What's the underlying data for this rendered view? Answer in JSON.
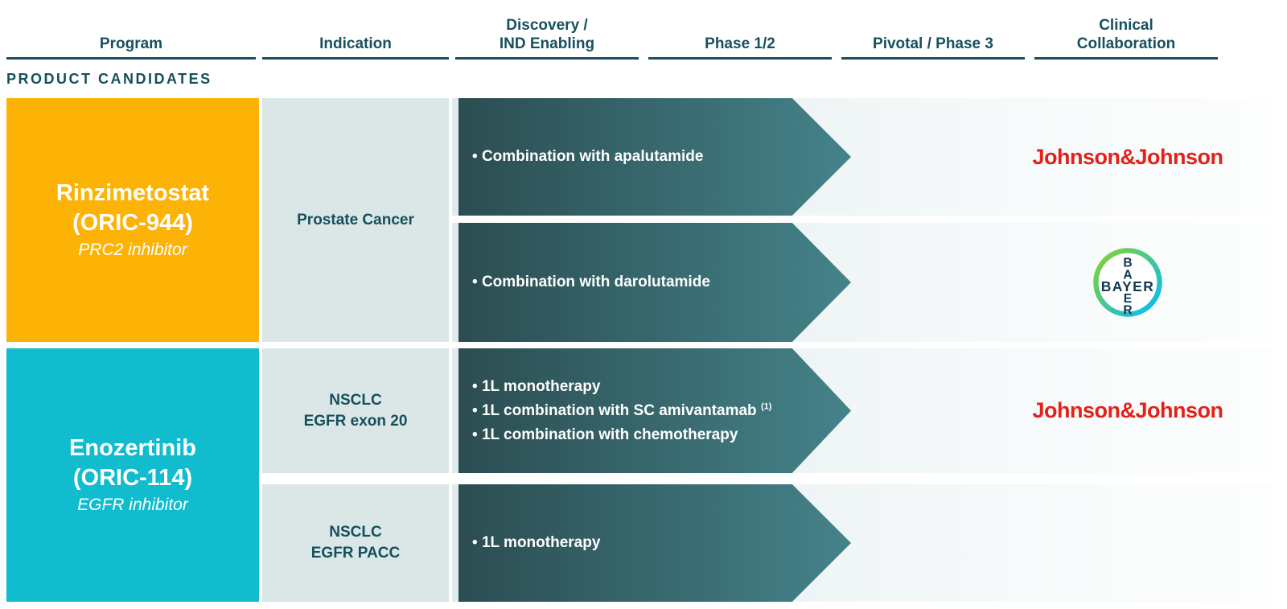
{
  "section_label": "PRODUCT CANDIDATES",
  "header": {
    "columns": [
      {
        "lines": [
          "Program"
        ]
      },
      {
        "lines": [
          "Indication"
        ]
      },
      {
        "lines": [
          "Discovery /",
          "IND Enabling"
        ]
      },
      {
        "lines": [
          "Phase 1/2"
        ]
      },
      {
        "lines": [
          "Pivotal / Phase 3"
        ]
      },
      {
        "lines": [
          "Clinical",
          "Collaboration"
        ]
      }
    ]
  },
  "colors": {
    "header_text": "#17505F",
    "header_underline": "#1C4D60",
    "program1_block": "#FCB305",
    "program2_block": "#10BCCE",
    "indication_bg": "#DBE6E7",
    "arrow_gradient_start": "#2B4D51",
    "arrow_gradient_end": "#45838A",
    "jnj_red": "#E32119"
  },
  "programs": [
    {
      "name": "Rinzimetostat",
      "code": "(ORIC-944)",
      "mechanism": "PRC2 inhibitor",
      "rows": [
        {
          "indication_lines": [
            "Prostate Cancer"
          ],
          "bullets": [
            {
              "text": "Combination with apalutamide"
            }
          ],
          "partner": "Johnson&Johnson"
        },
        {
          "bullets": [
            {
              "text": "Combination with darolutamide"
            }
          ],
          "partner": "Bayer"
        }
      ]
    },
    {
      "name": "Enozertinib",
      "code": "(ORIC-114)",
      "mechanism": "EGFR inhibitor",
      "rows": [
        {
          "indication_lines": [
            "NSCLC",
            "EGFR exon 20"
          ],
          "bullets": [
            {
              "text": "1L monotherapy"
            },
            {
              "text": "1L combination with SC amivantamab",
              "sup": "(1)"
            },
            {
              "text": "1L combination with chemotherapy"
            }
          ],
          "partner": "Johnson&Johnson"
        },
        {
          "indication_lines": [
            "NSCLC",
            "EGFR PACC"
          ],
          "bullets": [
            {
              "text": "1L monotherapy"
            }
          ]
        }
      ]
    }
  ],
  "partners": {
    "jnj": {
      "name": "Johnson&Johnson",
      "color": "#E32119"
    },
    "bayer": {
      "name": "BAYER",
      "letters": [
        "B",
        "A",
        "Y",
        "E",
        "R"
      ],
      "circle_green": "#89D329",
      "circle_blue": "#00BCFF",
      "text_color": "#10384F"
    }
  }
}
